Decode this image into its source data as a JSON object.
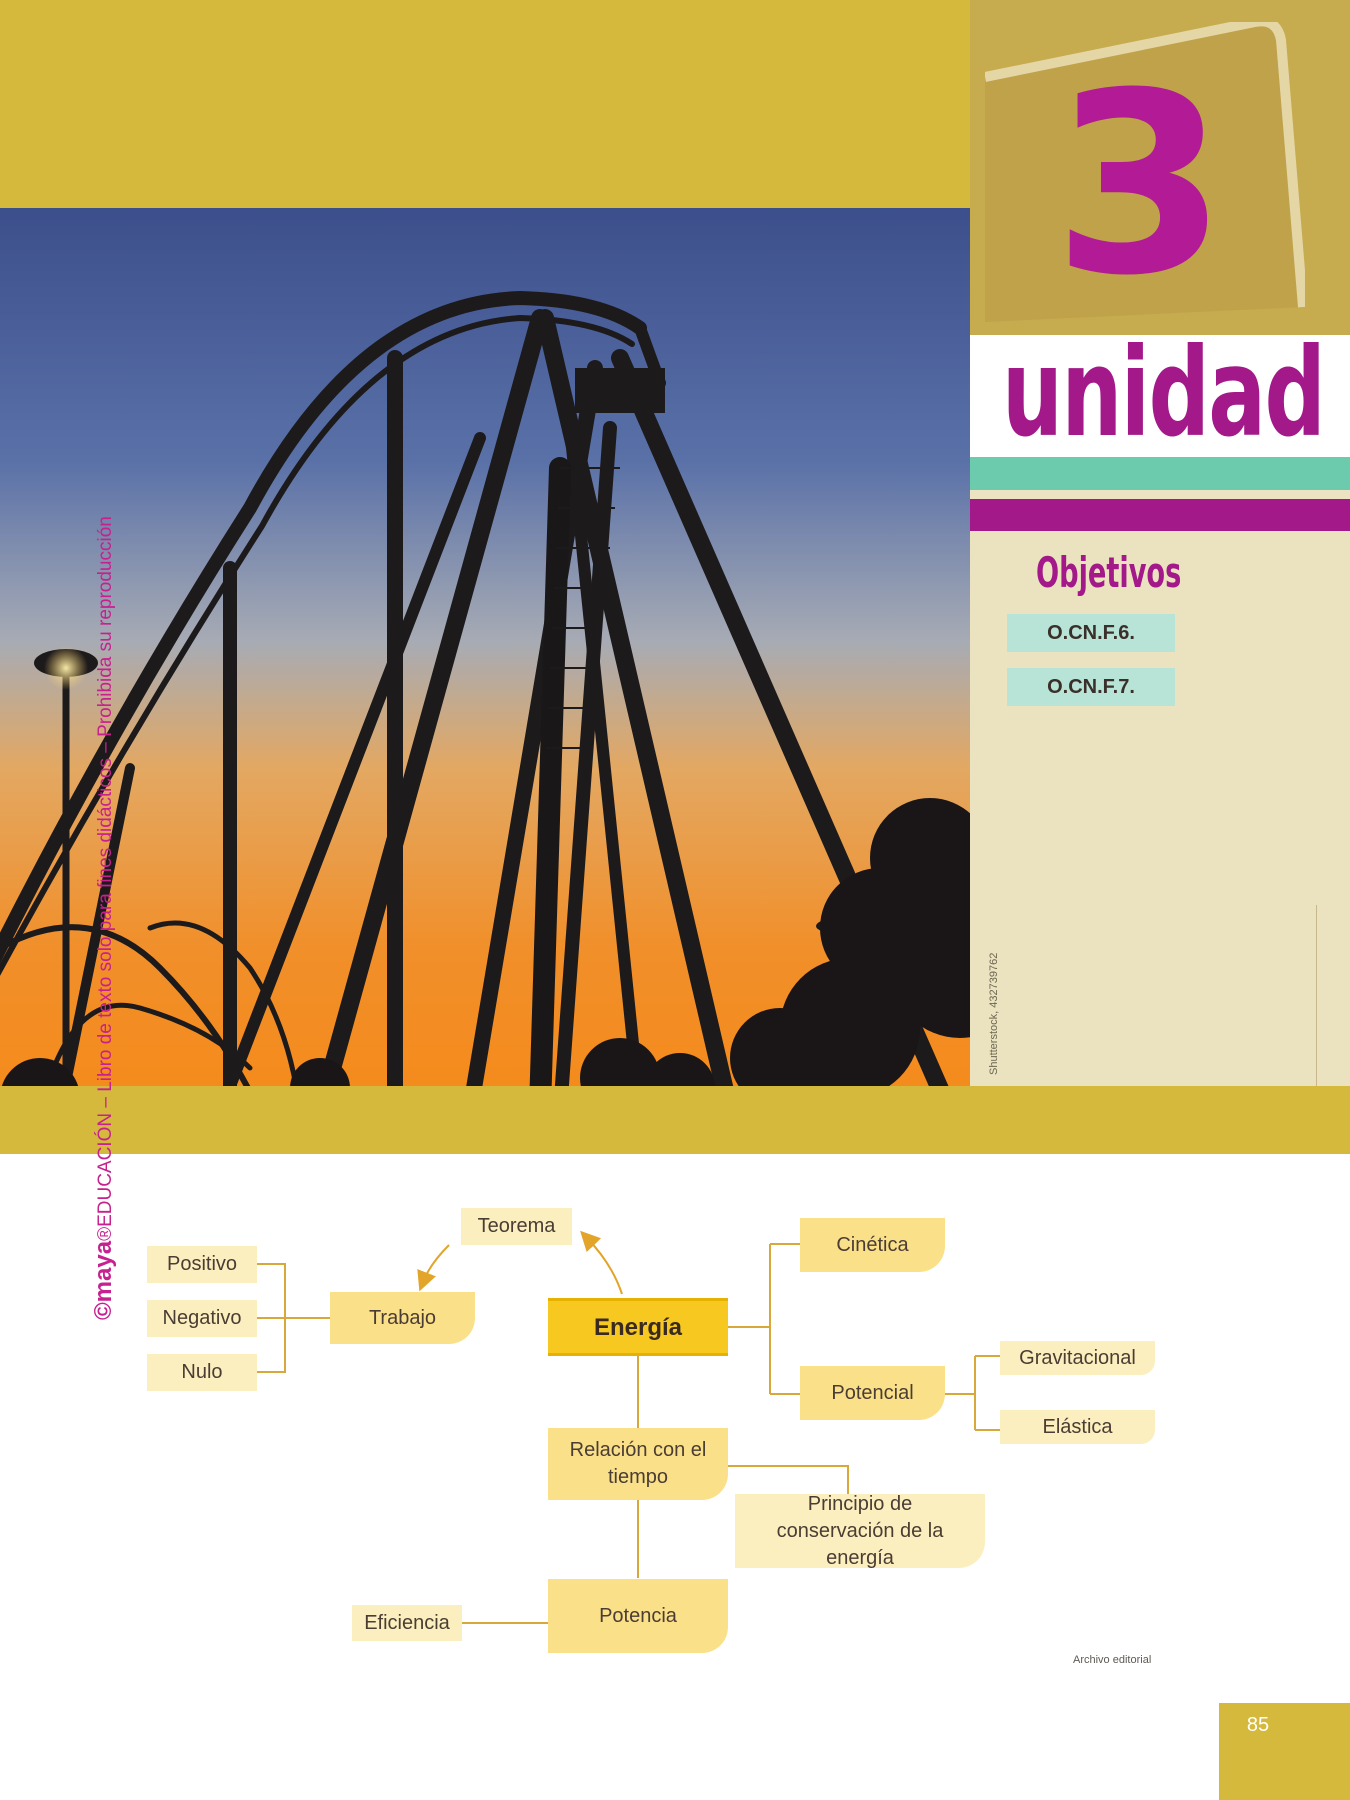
{
  "unit": {
    "number": "3",
    "word": "unidad",
    "objectives_title": "Objetivos",
    "objectives": [
      "O.CN.F.6.",
      "O.CN.F.7."
    ]
  },
  "photo": {
    "credit": "Shutterstock, 432739762"
  },
  "notice": {
    "brand": "©maya",
    "text": "®EDUCACIÓN – Libro de texto solo para fines didácticos – Prohibida su reproducción"
  },
  "concept_map": {
    "center": "Energía",
    "teorema": "Teorema",
    "trabajo": "Trabajo",
    "trabajo_types": [
      "Positivo",
      "Negativo",
      "Nulo"
    ],
    "cinetica": "Cinética",
    "potencial": "Potencial",
    "potencial_types": [
      "Gravitacional",
      "Elástica"
    ],
    "relacion": "Relación con el tiempo",
    "principio": "Principio de conservación de la energía",
    "potencia": "Potencia",
    "eficiencia": "Eficiencia"
  },
  "footer": {
    "archivo": "Archivo editorial",
    "page_number": "85"
  },
  "colors": {
    "gold": "#d5b93c",
    "magenta": "#a31989",
    "teal": "#6ccbad",
    "cream": "#ebe2c0"
  }
}
